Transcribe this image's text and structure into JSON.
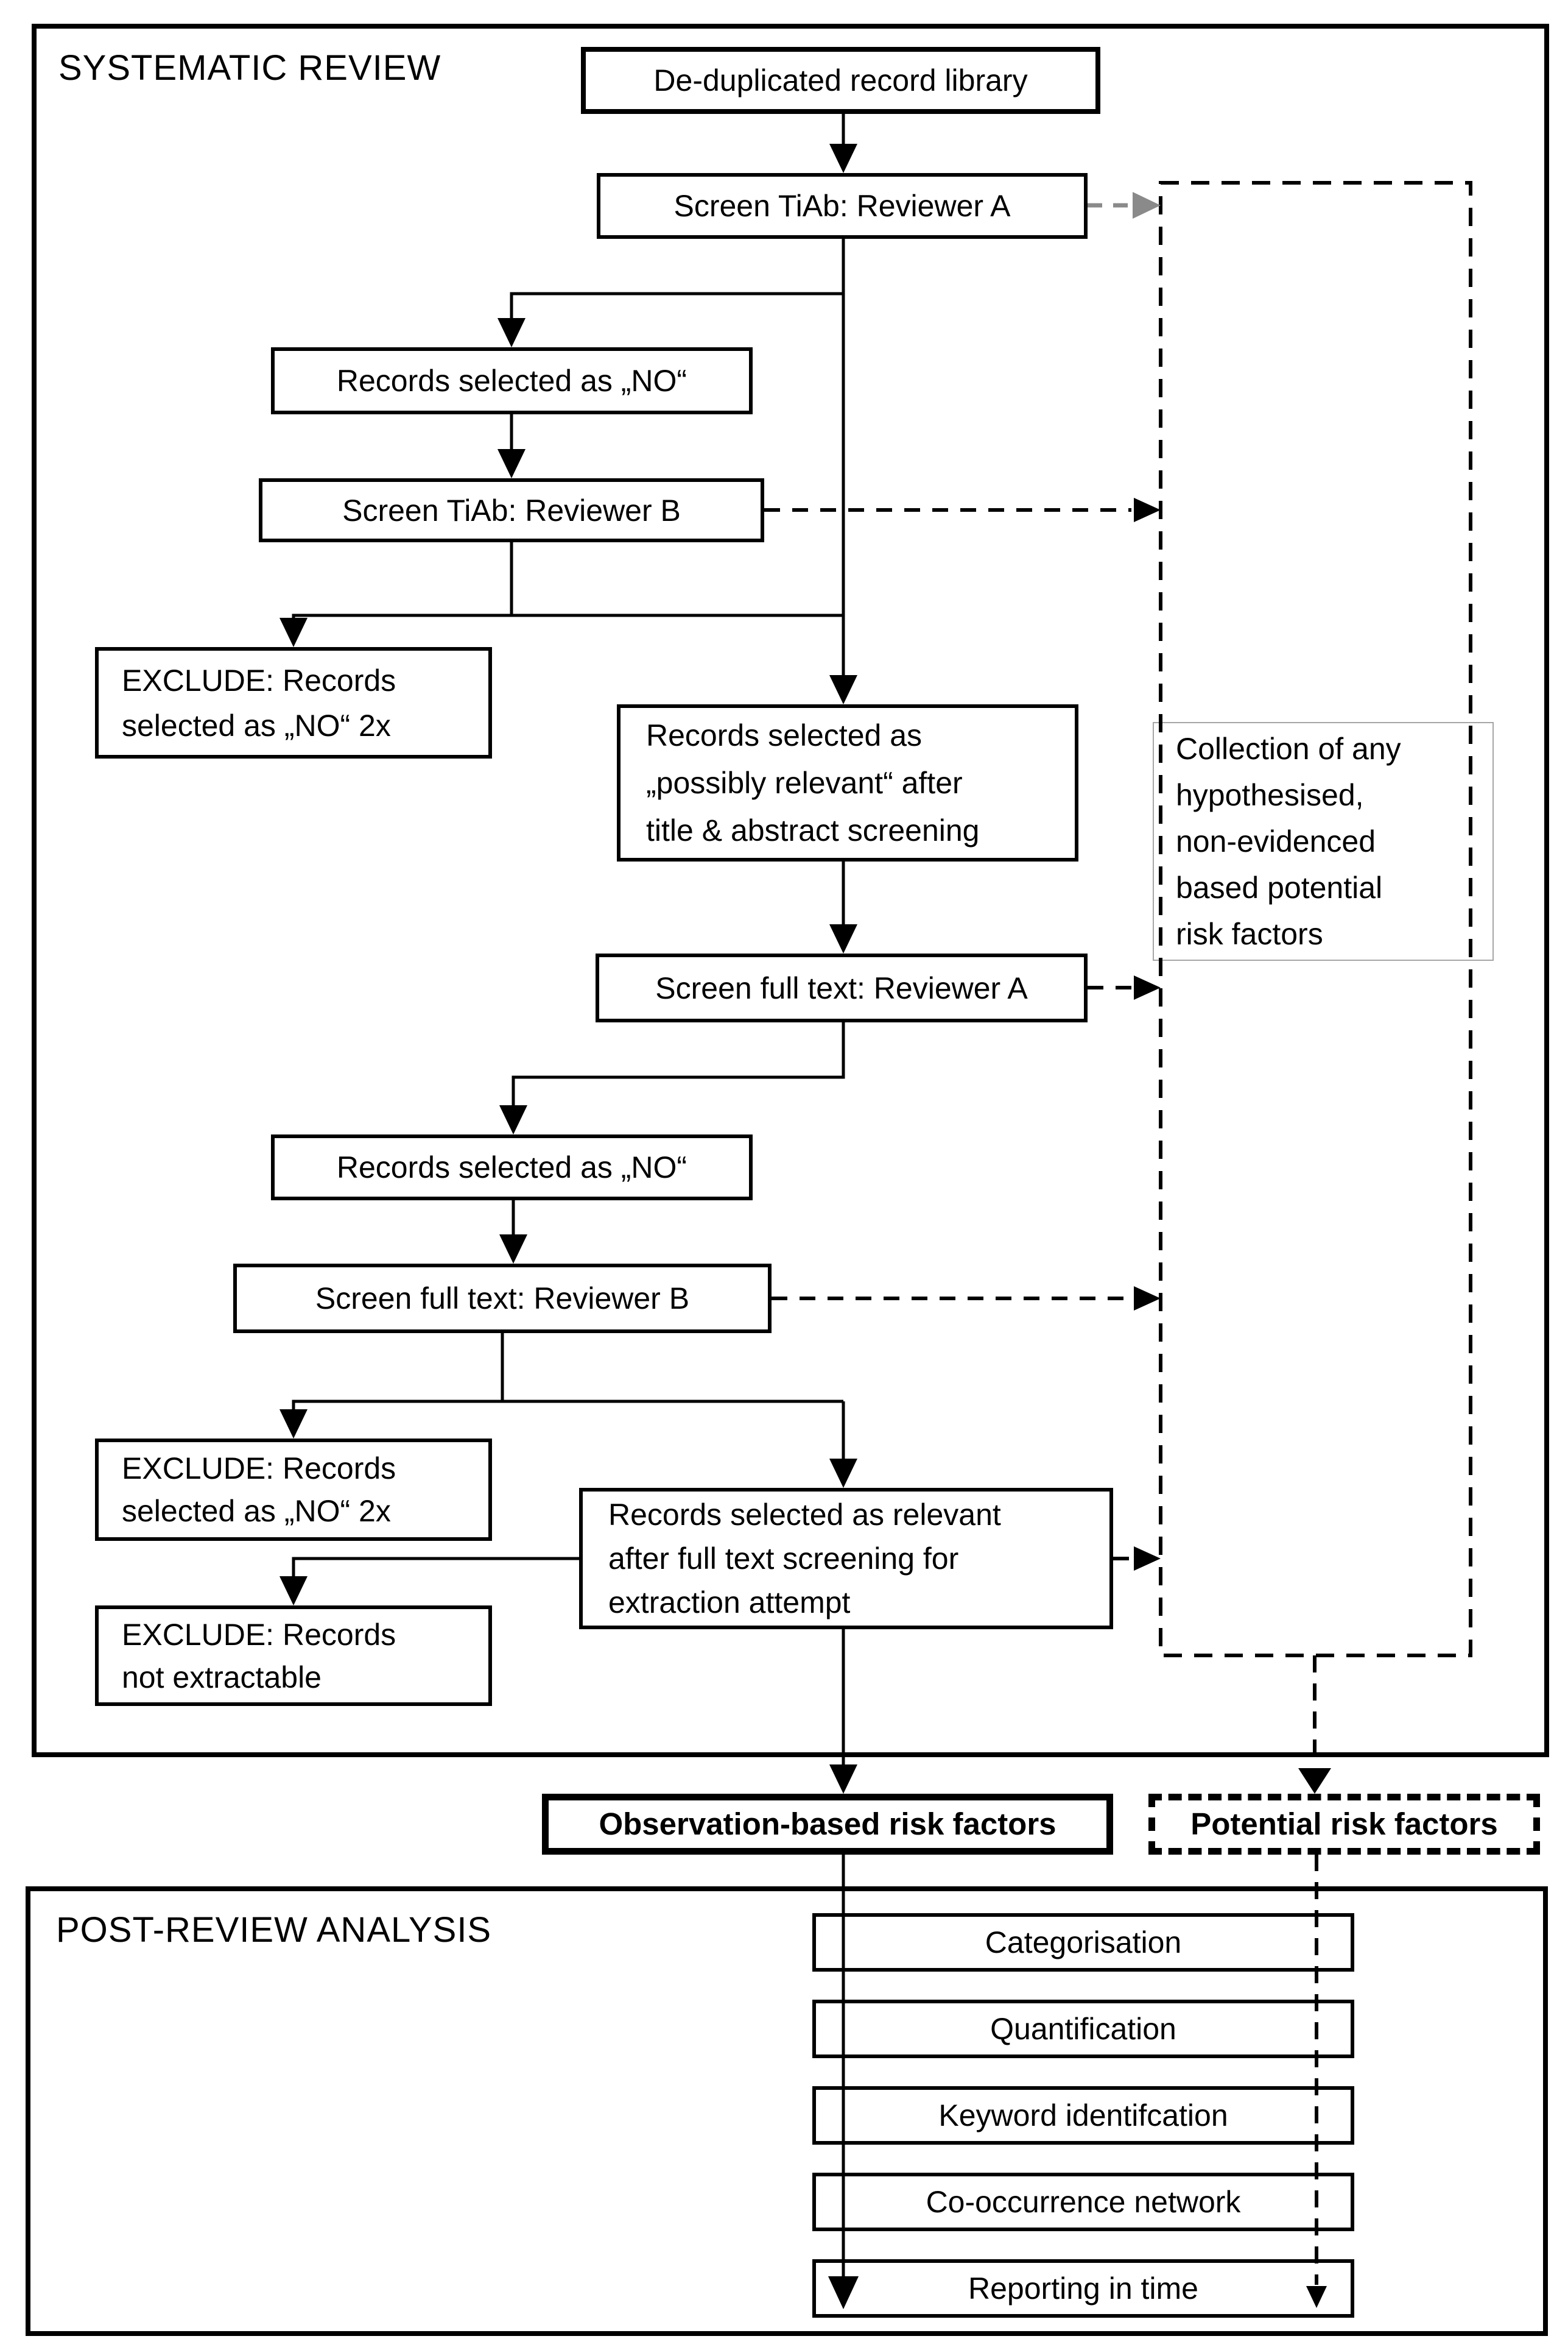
{
  "systematic_review": {
    "label": "SYSTEMATIC REVIEW",
    "boxes": {
      "dedup": {
        "label": "De-duplicated record library"
      },
      "screen_tiab_a": {
        "label": "Screen TiAb: Reviewer A"
      },
      "records_no_1": {
        "label": "Records selected as „NO“"
      },
      "screen_tiab_b": {
        "label": "Screen TiAb: Reviewer B"
      },
      "exclude_no_1": {
        "lines": [
          "EXCLUDE: Records",
          "selected as „NO“ 2x"
        ]
      },
      "possibly_relevant": {
        "lines": [
          "Records selected as",
          "„possibly relevant“ after",
          "title & abstract screening"
        ]
      },
      "screen_fulltext_a": {
        "label": "Screen full text: Reviewer A"
      },
      "records_no_2": {
        "label": "Records selected as „NO“"
      },
      "screen_fulltext_b": {
        "label": "Screen full text: Reviewer B"
      },
      "exclude_no_2": {
        "lines": [
          "EXCLUDE: Records",
          "selected as „NO“ 2x"
        ]
      },
      "relevant": {
        "lines": [
          "Records selected as relevant",
          "after full text screening for",
          "extraction attempt"
        ]
      },
      "exclude_not_extractable": {
        "lines": [
          "EXCLUDE: Records",
          "not extractable"
        ]
      },
      "collection_note": {
        "lines": [
          "Collection of any",
          "hypothesised,",
          "non-evidenced",
          "based potential",
          "risk factors"
        ]
      }
    }
  },
  "outputs": {
    "observation": "Observation-based risk factors",
    "potential": "Potential risk factors"
  },
  "post_review": {
    "label": "POST-REVIEW ANALYSIS",
    "steps": [
      "Categorisation",
      "Quantification",
      "Keyword identifcation",
      "Co-occurrence network",
      "Reporting in time"
    ]
  },
  "colors": {
    "line": "#000000",
    "gray_arrow": "#8a8a8a",
    "note_border": "#a6a6a6"
  }
}
